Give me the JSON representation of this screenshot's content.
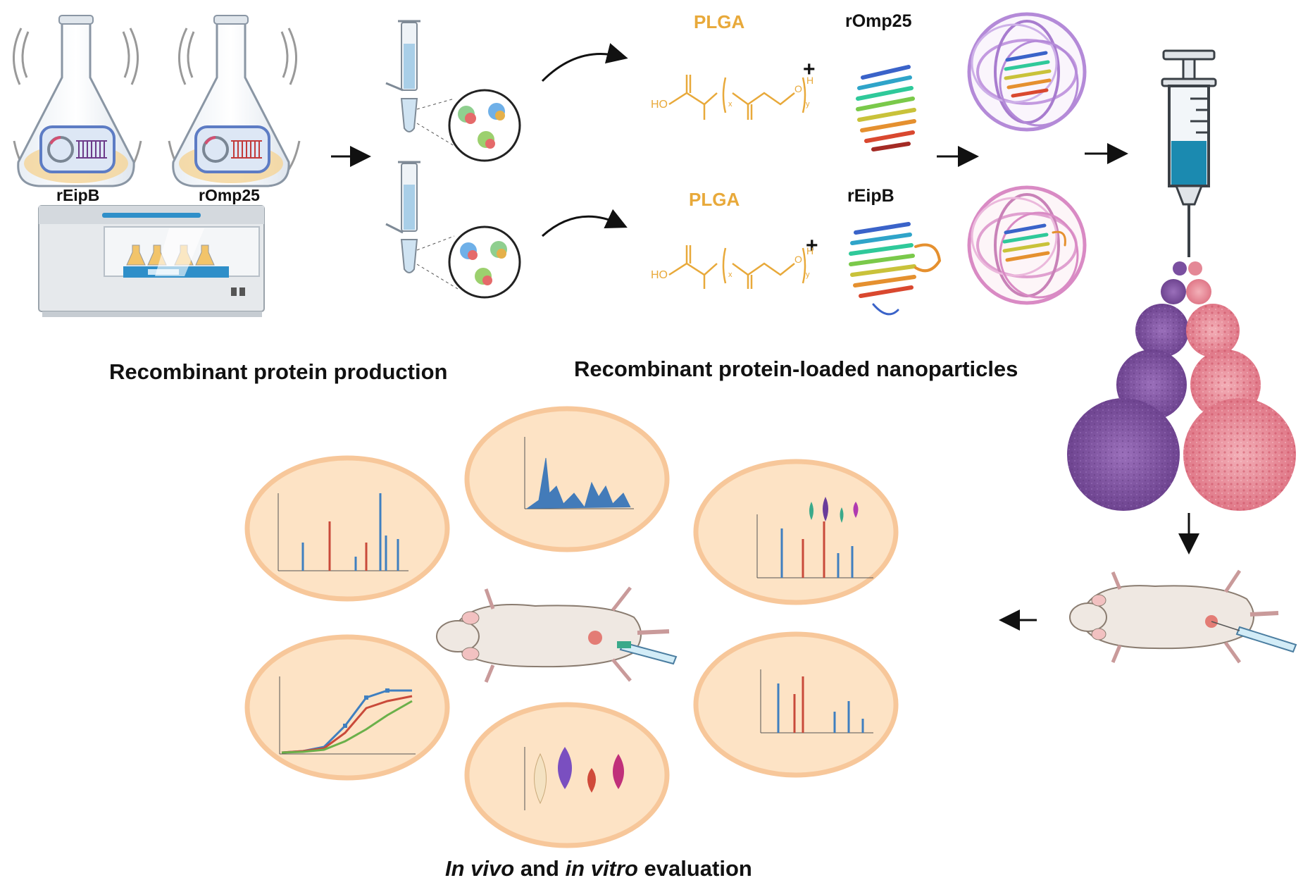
{
  "production": {
    "title": "Recombinant protein production",
    "flask_left_label": "rEipB",
    "flask_right_label": "rOmp25"
  },
  "nanoparticles": {
    "title": "Recombinant protein-loaded nanoparticles",
    "top_polymer_label": "PLGA",
    "top_protein_label": "rOmp25",
    "bottom_polymer_label": "PLGA",
    "bottom_protein_label": "rEipB",
    "plus_sign": "+",
    "chem_ho": "HO",
    "chem_h": "H",
    "chem_o": "O",
    "chem_x": "x",
    "chem_y": "y"
  },
  "evaluation": {
    "part1": "In vivo",
    "part2": " and ",
    "part3": "in vitro",
    "part4": " evaluation"
  },
  "colors": {
    "plga": "#e8a93a",
    "nanoparticle_purple": "#8a5aa8",
    "nanoparticle_pink": "#e88a98",
    "panel_fill": "#fde3c5",
    "panel_ring": "#f7c79a",
    "syringe_fluid": "#1b8ab0",
    "arrow": "#111111"
  },
  "icons": [
    "shaker-incubator-icon",
    "flask-icon",
    "plasmid-icon",
    "microtube-icon",
    "protein-structure-icon",
    "nanoparticle-icon",
    "syringe-icon",
    "mouse-icon"
  ]
}
